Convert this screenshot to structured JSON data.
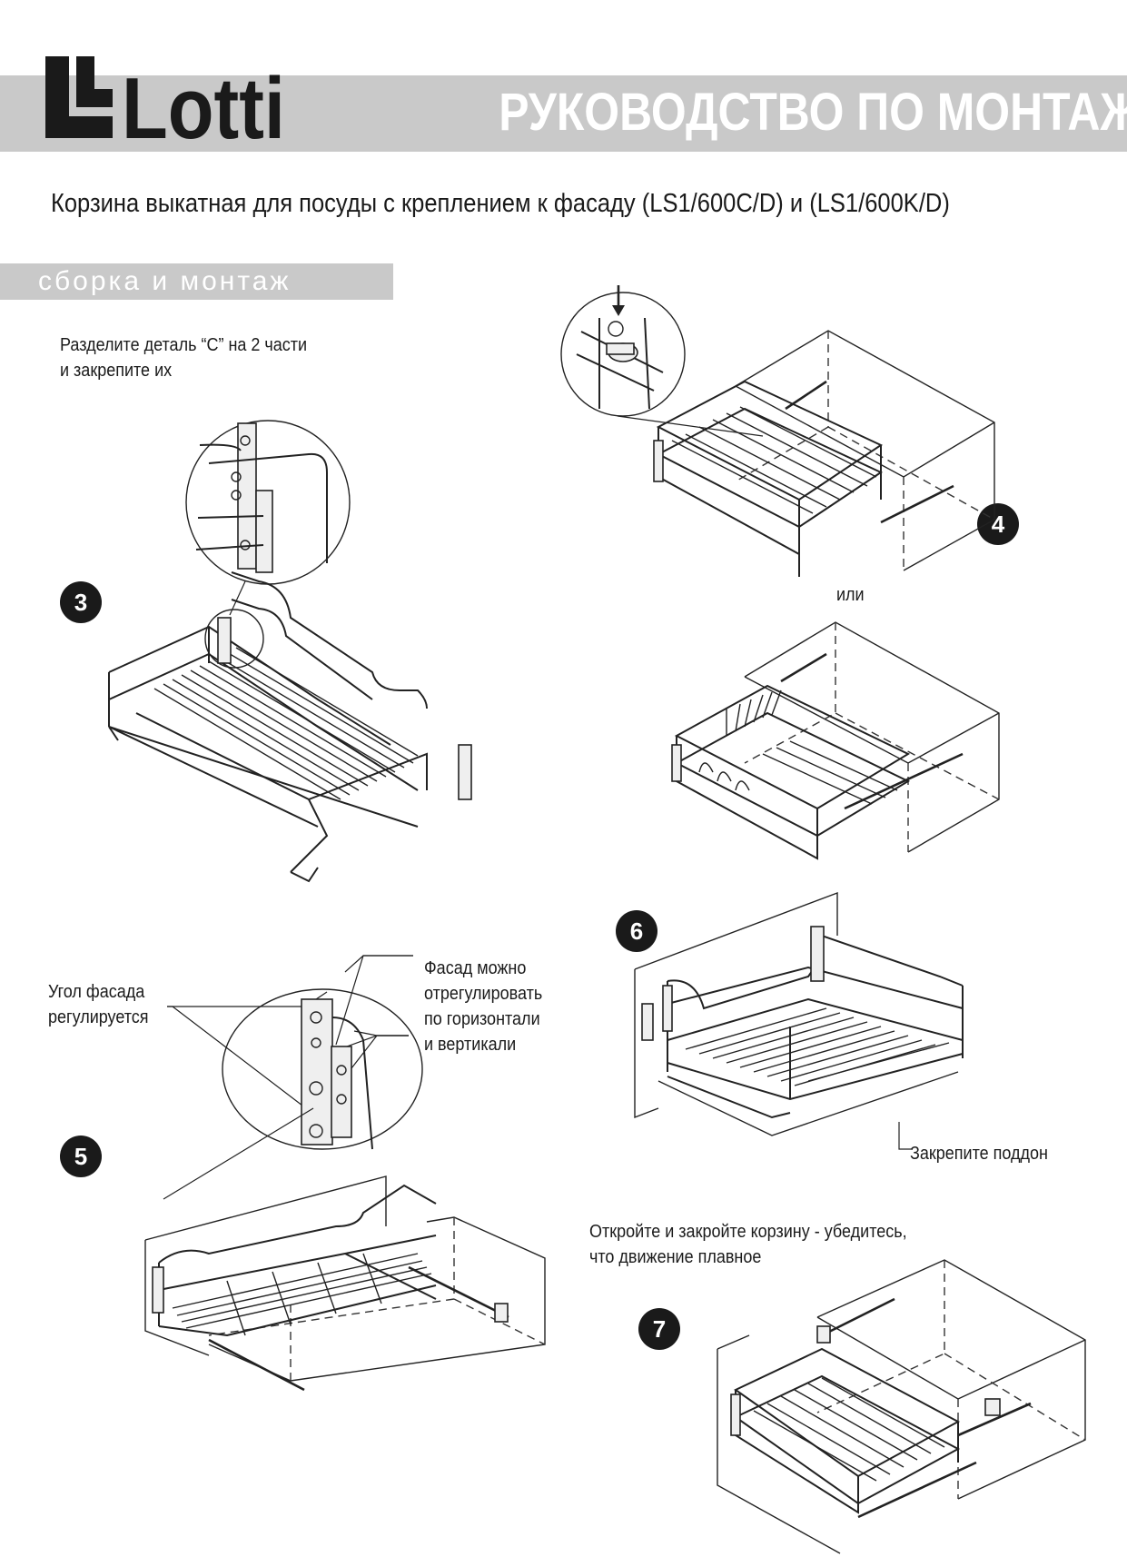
{
  "brand": {
    "name": "Lotti"
  },
  "header": {
    "title": "РУКОВОДСТВО ПО МОНТАЖУ"
  },
  "subtitle": "Корзина выкатная для посуды с креплением к фасаду (LS1/600C/D) и (LS1/600K/D)",
  "section": {
    "title": "сборка и монтаж"
  },
  "steps": [
    {
      "number": "3",
      "text": "Разделите деталь “С” на 2 части\nи закрепите их"
    },
    {
      "number": "4",
      "text": "или"
    },
    {
      "number": "5",
      "text": "Угол фасада\nрегулируется",
      "text2": "Фасад можно\nотрегулировать\nпо горизонтали\nи вертикали"
    },
    {
      "number": "6",
      "text": "Закрепите поддон"
    },
    {
      "number": "7",
      "text": "Откройте и закройте корзину - убедитесь,\nчто движение плавное"
    }
  ],
  "colors": {
    "band": "#c9c9c9",
    "ink": "#1a1a1a",
    "paper": "#ffffff"
  }
}
